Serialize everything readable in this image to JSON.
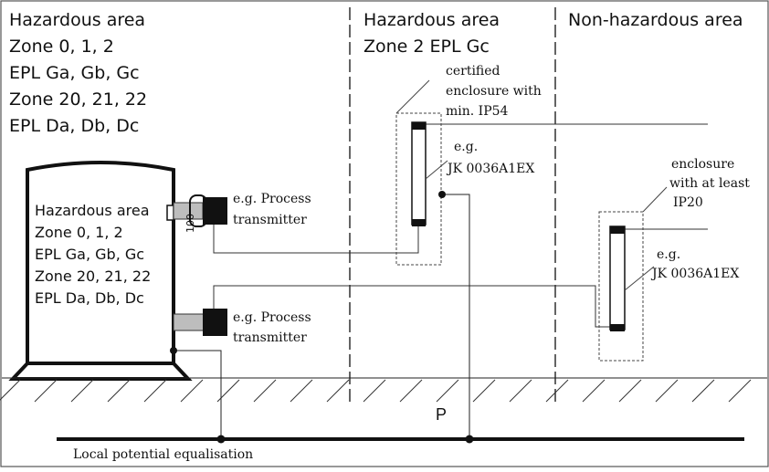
{
  "areas": {
    "left_lines": [
      "Hazardous area",
      "Zone 0, 1, 2",
      "EPL Ga, Gb, Gc",
      "Zone 20, 21, 22",
      "EPL Da, Db, Dc"
    ],
    "middle_lines": [
      "Hazardous area",
      "Zone 2 EPL Gc"
    ],
    "right_title": "Non-hazardous area"
  },
  "tank": {
    "lines": [
      "Hazardous area",
      "Zone 0, 1, 2",
      "EPL Ga, Gb, Gc",
      "Zone 20, 21, 22",
      "EPL Da, Db, Dc"
    ],
    "gauge_mark": "100"
  },
  "transmitters": {
    "upper": [
      "e.g. Process",
      "transmitter"
    ],
    "lower": [
      "e.g. Process",
      "transmitter"
    ]
  },
  "enclosures": {
    "certified": [
      "certified",
      "enclosure with",
      "min. IP54"
    ],
    "device_a": [
      "e.g.",
      "JK 0036A1EX"
    ],
    "min_ip20": [
      "enclosure",
      "with at least",
      "IP20"
    ],
    "device_b": [
      "e.g.",
      "JK 0036A1EX"
    ]
  },
  "ground": {
    "point_label": "P",
    "bus_label": "Local potential equalisation"
  }
}
